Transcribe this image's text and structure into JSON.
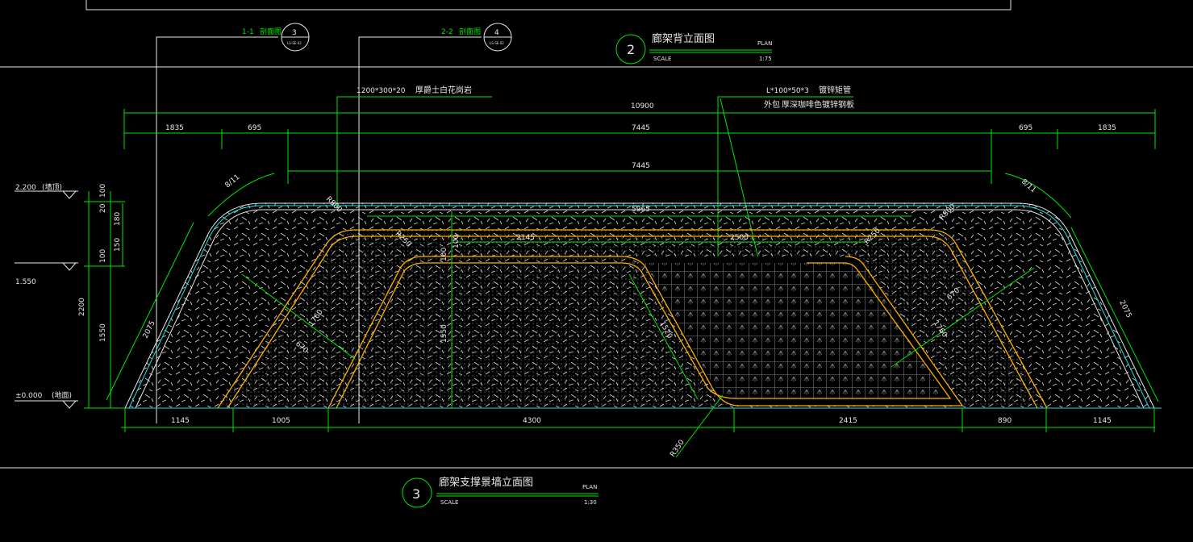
{
  "top_drawing": {
    "section_1": {
      "label": "1-1",
      "word": "剖面图",
      "num": "3",
      "sub": "LS-SE-02"
    },
    "section_2": {
      "label": "2-2",
      "word": "剖面图",
      "num": "4",
      "sub": "LS-SE-02"
    },
    "title_num": "2",
    "title": "廊架背立面图",
    "plan": "PLAN",
    "scale_label": "SCALE",
    "scale": "1:75"
  },
  "annotations": {
    "granite": "1200*300*20",
    "granite_desc": "厚爵士白花岗岩",
    "steel": "L*100*50*3",
    "steel_desc": "镀锌矩管",
    "clad": "外包",
    "clad_desc": "厚深咖啡色镀锌钢板"
  },
  "dimensions": {
    "overall": "10900",
    "top_segments": [
      "1835",
      "695",
      "7445",
      "695",
      "1835"
    ],
    "inner_top": "7445",
    "bottom_segments": [
      "1145",
      "1005",
      "4300",
      "2415",
      "890",
      "1145"
    ],
    "arc_left": "8/11",
    "arc_right": "8/11",
    "r_top_left": "R800",
    "r_top_right": "R800",
    "r_inner_left": "R250",
    "r_inner_right": "R250",
    "r_bottom": "R350",
    "seg_2145": "2145",
    "seg_2500": "2500",
    "seg_5965": "5965",
    "h_1550": "1550",
    "h_100a": "100",
    "h_100b": "100",
    "diag_2075_l": "2075",
    "diag_2075_r": "2075",
    "diag_1760_l": "1760",
    "diag_1760_r": "1760",
    "diag_670_l": "670",
    "diag_670_r": "670",
    "diag_1520": "1520"
  },
  "levels": {
    "top": "2.200",
    "top_desc": "(墙顶)",
    "mid": "1.550",
    "ground": "±0.000",
    "ground_desc": "(地面)",
    "v_dims": [
      "100",
      "20",
      "180",
      "150",
      "100",
      "2200",
      "1550"
    ]
  },
  "bottom_title": {
    "num": "3",
    "title": "廊架支撑景墙立面图",
    "plan": "PLAN",
    "scale_label": "SCALE",
    "scale": "1:30"
  }
}
